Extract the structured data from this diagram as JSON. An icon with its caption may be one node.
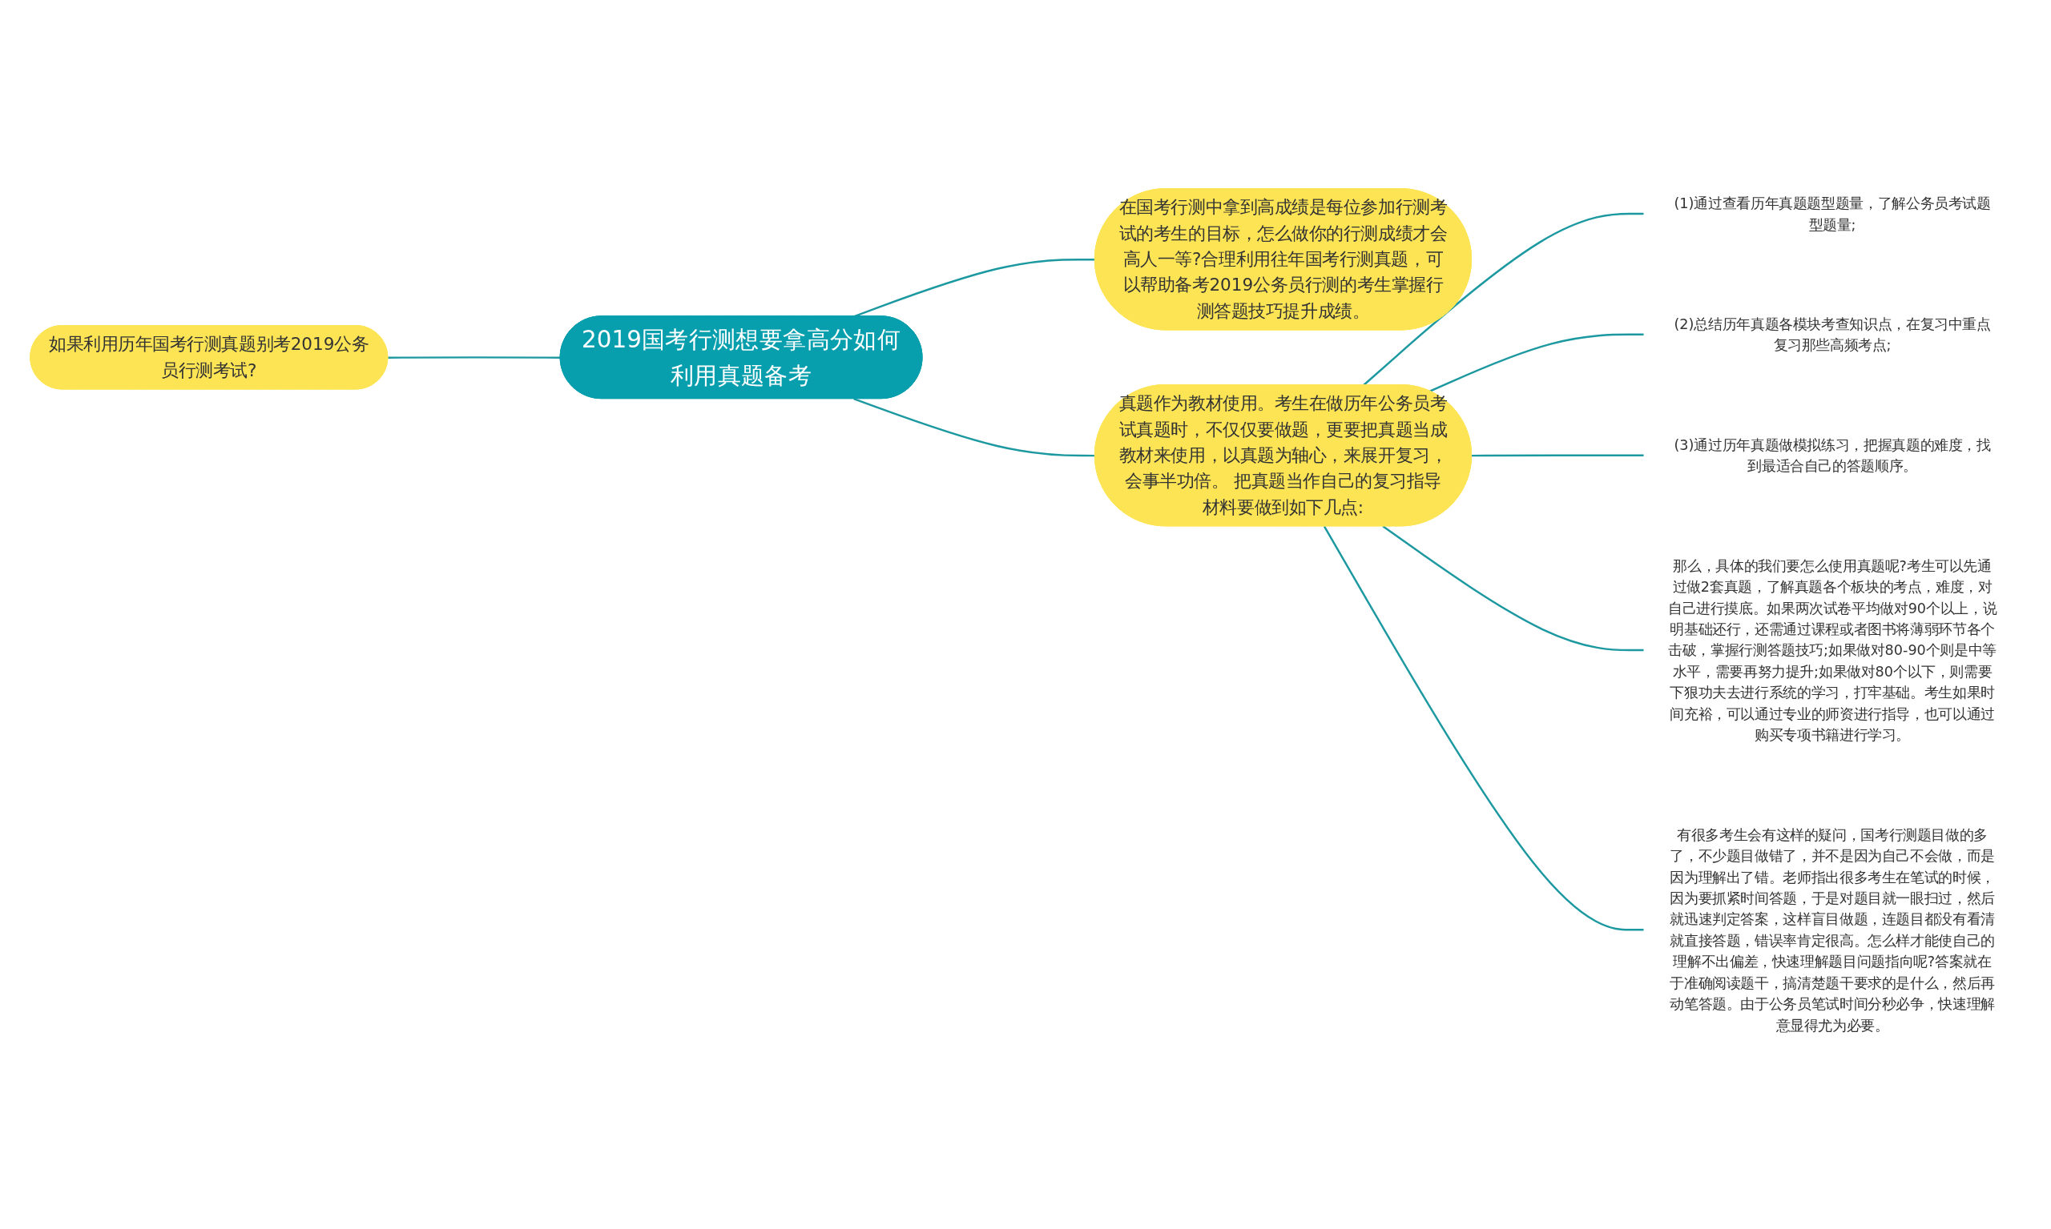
{
  "diagram": {
    "nodes": [
      {
        "text": [
          "2019国考行测想要拿高分如何利用真题备考"
        ]
      },
      {
        "text": [
          "如果利用历年国考行测真题别考2019公务员行测考试?"
        ]
      },
      {
        "text": [
          "在国考行测中拿到高成绩是每位参加行测考试的考生的目标，怎么做你的行测成绩才会高人一等?合理利用往年国考行测真题，可以帮助备考2019公务员行测的考生掌握行测答题技巧提升成绩。"
        ]
      },
      {
        "text": [
          "真题作为教材使用。考生在做历年公务员考试真题时，不仅仅要做题，更要把真题当成教材来使用，以真题为轴心，来展开复习，会事半功倍。 把真题当作自己的复习指导材料要做到如下几点:"
        ]
      },
      {
        "text": [
          "(1)通过查看历年真题题型题量，了解公务员考试题型题量;"
        ]
      },
      {
        "text": [
          "(2)总结历年真题各模块考查知识点，在复习中重点复习那些高频考点;"
        ]
      },
      {
        "text": [
          "(3)通过历年真题做模拟练习，把握真题的难度，找到最适合自己的答题顺序。"
        ]
      },
      {
        "text": [
          "那么，具体的我们要怎么使用真题呢?考生可以先通过做2套真题，了解真题各个板块的考点，难度，对自己进行摸底。如果两次试卷平均做对90个以上，说明基础还行，还需通过课程或者图书将薄弱环节各个击破，掌握行测答题技巧;如果做对80-90个则是中等水平，需要再努力提升;如果做对80个以下，则需要下狠功夫去进行系统的学习，打牢基础。考生如果时间充裕，可以通过专业的师资进行指导，也可以通过购买专项书籍进行学习。"
        ]
      },
      {
        "text": [
          "有很多考生会有这样的疑问，国考行测题目做的多了，不少题目做错了，并不是因为自己不会做，而是因为理解出了错。老师指出很多考生在笔试的时候，因为要抓紧时间答题，于是对题目就一眼扫过，然后就迅速判定答案，这样盲目做题，连题目都没有看清就直接答题，错误率肯定很高。怎么样才能使自己的理解不出偏差，快速理解题目问题指向呢?答案就在于准确阅读题干，搞清楚题干要求的是什么，然后再动笔答题。由于公务员笔试时间分秒必争，快速理解意显得尤为必要。"
        ]
      }
    ],
    "edges": [
      {
        "from": 1,
        "to": 0,
        "arrow": "none"
      },
      {
        "from": 0,
        "to": 2,
        "arrow": "none"
      },
      {
        "from": 0,
        "to": 3,
        "arrow": "none"
      },
      {
        "from": 3,
        "to": 4,
        "arrow": "none"
      },
      {
        "from": 3,
        "to": 5,
        "arrow": "none"
      },
      {
        "from": 3,
        "to": 6,
        "arrow": "none"
      },
      {
        "from": 3,
        "to": 7,
        "arrow": "none"
      },
      {
        "from": 3,
        "to": 8,
        "arrow": "none"
      }
    ]
  }
}
